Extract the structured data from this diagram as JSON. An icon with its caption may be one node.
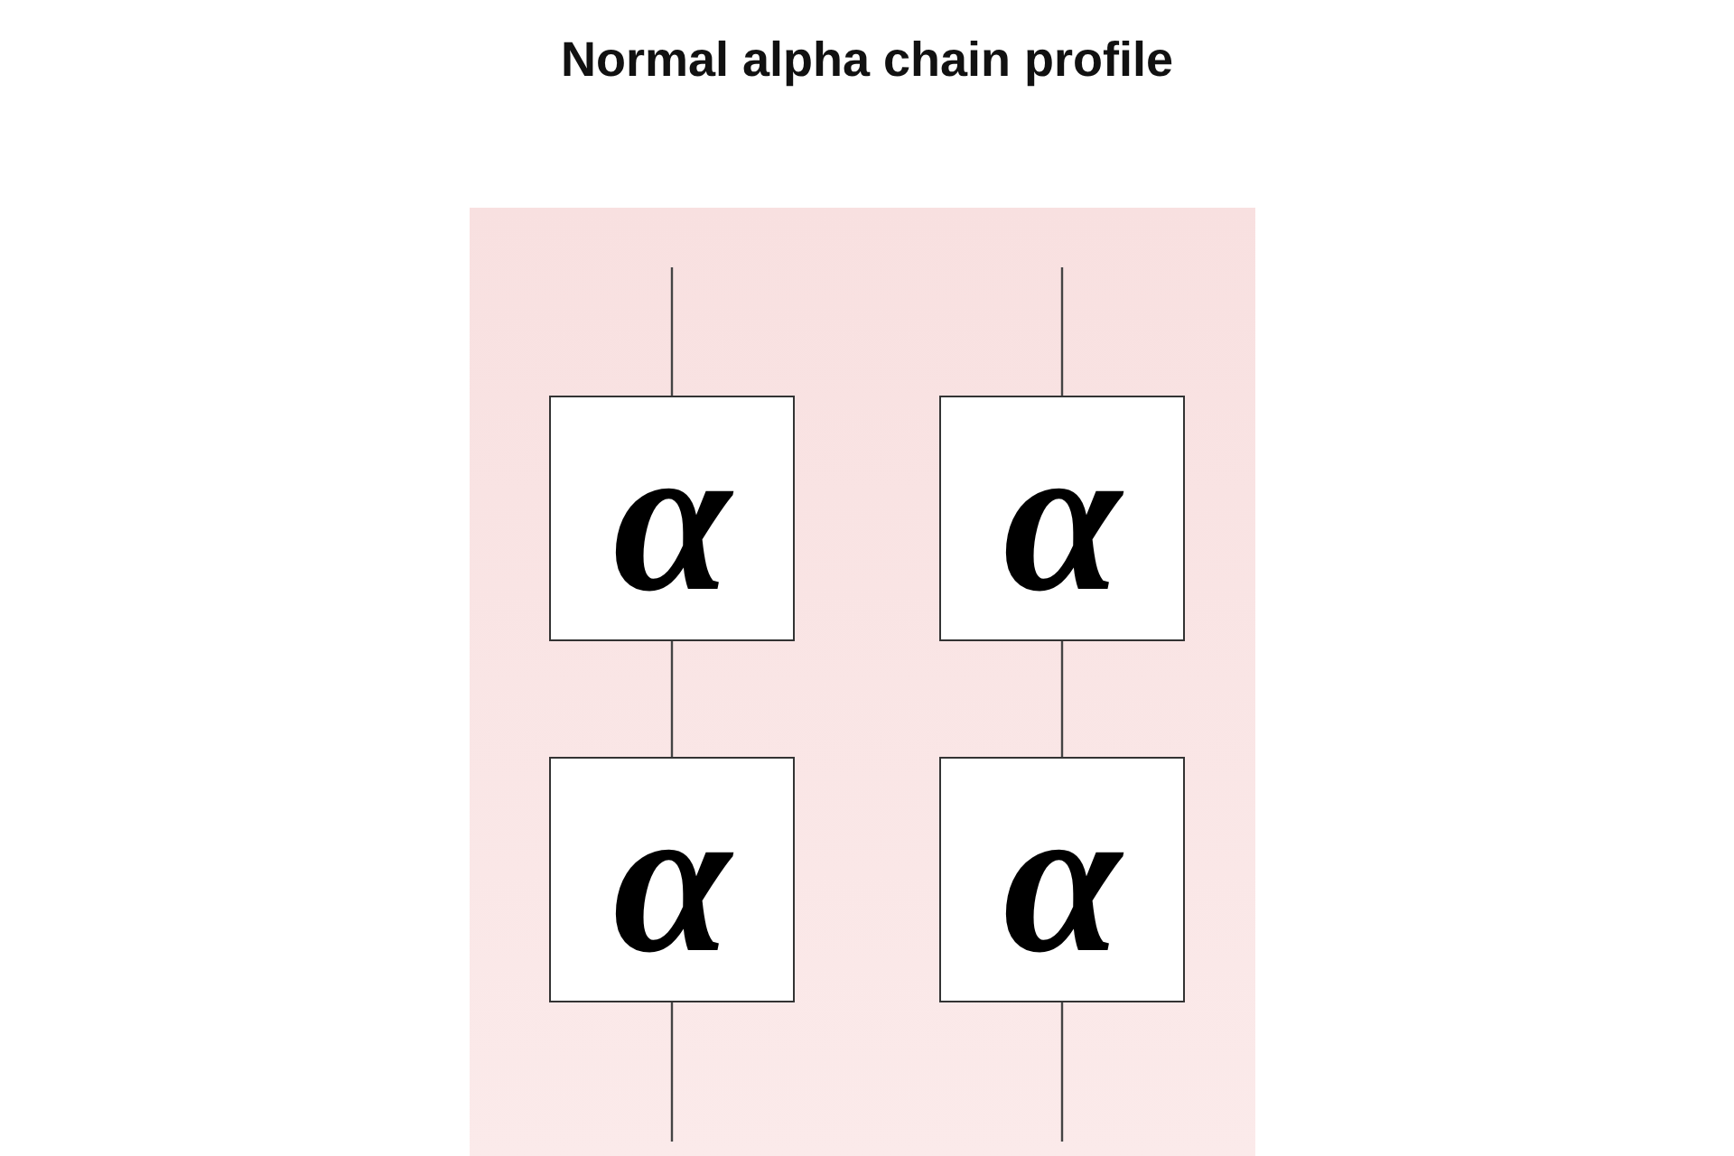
{
  "diagram": {
    "title": "Normal alpha chain profile",
    "nodes": [
      {
        "text": [],
        "shape": "box"
      },
      {
        "text": [
          "α"
        ],
        "in": 0
      },
      {
        "text": [
          "α"
        ],
        "in": 0
      },
      {
        "text": [
          "α"
        ],
        "in": 0
      },
      {
        "text": [
          "α"
        ],
        "in": 0
      }
    ],
    "edges": [
      {
        "from": null,
        "to": 1,
        "arrow": "none"
      },
      {
        "from": 1,
        "to": 3,
        "arrow": "none"
      },
      {
        "from": 3,
        "to": null,
        "arrow": "none"
      },
      {
        "from": null,
        "to": 2,
        "arrow": "none"
      },
      {
        "from": 2,
        "to": 4,
        "arrow": "none"
      },
      {
        "from": 4,
        "to": null,
        "arrow": "none"
      }
    ]
  }
}
